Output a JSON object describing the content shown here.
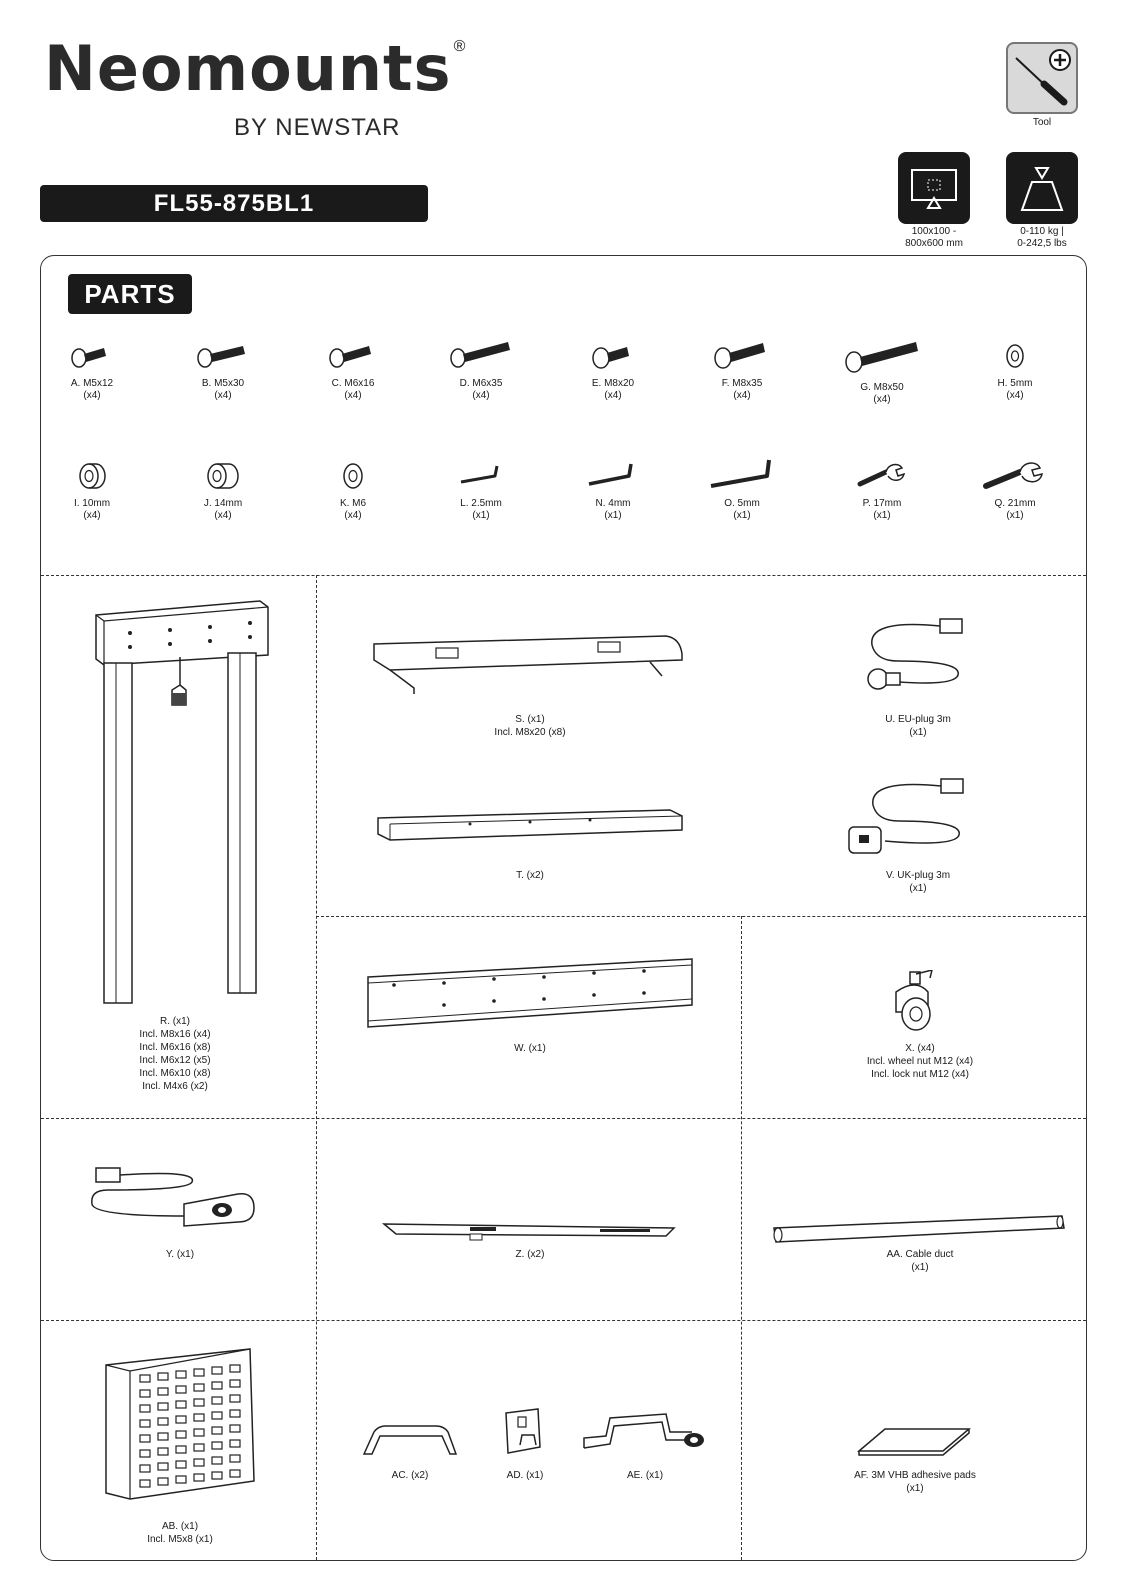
{
  "header": {
    "brand": "Neomounts",
    "brand_mark": "®",
    "brand_sub": "BY NEWSTAR",
    "model": "FL55-875BL1"
  },
  "icons": {
    "tool": {
      "icon": "screwdriver-icon",
      "label": "Tool"
    },
    "vesa": {
      "icon": "vesa-screen-icon",
      "label_l1": "100x100 -",
      "label_l2": "800x600 mm"
    },
    "weight": {
      "icon": "weight-icon",
      "label_l1": "0-110 kg |",
      "label_l2": "0-242,5 lbs"
    }
  },
  "parts_title": "PARTS",
  "hardware": [
    {
      "name": "A. M5x12",
      "qty": "(x4)"
    },
    {
      "name": "B. M5x30",
      "qty": "(x4)"
    },
    {
      "name": "C. M6x16",
      "qty": "(x4)"
    },
    {
      "name": "D. M6x35",
      "qty": "(x4)"
    },
    {
      "name": "E. M8x20",
      "qty": "(x4)"
    },
    {
      "name": "F. M8x35",
      "qty": "(x4)"
    },
    {
      "name": "G. M8x50",
      "qty": "(x4)"
    },
    {
      "name": "H. 5mm",
      "qty": "(x4)"
    },
    {
      "name": "I. 10mm",
      "qty": "(x4)"
    },
    {
      "name": "J. 14mm",
      "qty": "(x4)"
    },
    {
      "name": "K. M6",
      "qty": "(x4)"
    },
    {
      "name": "L. 2.5mm",
      "qty": "(x1)"
    },
    {
      "name": "N. 4mm",
      "qty": "(x1)"
    },
    {
      "name": "O. 5mm",
      "qty": "(x1)"
    },
    {
      "name": "P. 17mm",
      "qty": "(x1)"
    },
    {
      "name": "Q. 21mm",
      "qty": "(x1)"
    }
  ],
  "components": {
    "R": {
      "lines": [
        "R. (x1)",
        "Incl. M8x16 (x4)",
        "Incl. M6x16 (x8)",
        "Incl. M6x12 (x5)",
        "Incl. M6x10 (x8)",
        "Incl. M4x6 (x2)"
      ]
    },
    "S": {
      "lines": [
        "S. (x1)",
        "Incl. M8x20 (x8)"
      ]
    },
    "T": {
      "lines": [
        "T. (x2)"
      ]
    },
    "U": {
      "lines": [
        "U. EU-plug 3m",
        "(x1)"
      ]
    },
    "V": {
      "lines": [
        "V. UK-plug 3m",
        "(x1)"
      ]
    },
    "W": {
      "lines": [
        "W. (x1)"
      ]
    },
    "X": {
      "lines": [
        "X. (x4)",
        "Incl. wheel nut M12 (x4)",
        "Incl. lock nut M12 (x4)"
      ]
    },
    "Y": {
      "lines": [
        "Y. (x1)"
      ]
    },
    "Z": {
      "lines": [
        "Z. (x2)"
      ]
    },
    "AA": {
      "lines": [
        "AA. Cable duct",
        "(x1)"
      ]
    },
    "AB": {
      "lines": [
        "AB. (x1)",
        "Incl. M5x8 (x1)"
      ]
    },
    "AC": {
      "lines": [
        "AC. (x2)"
      ]
    },
    "AD": {
      "lines": [
        "AD. (x1)"
      ]
    },
    "AE": {
      "lines": [
        "AE. (x1)"
      ]
    },
    "AF": {
      "lines": [
        "AF. 3M VHB adhesive pads",
        "(x1)"
      ]
    }
  }
}
